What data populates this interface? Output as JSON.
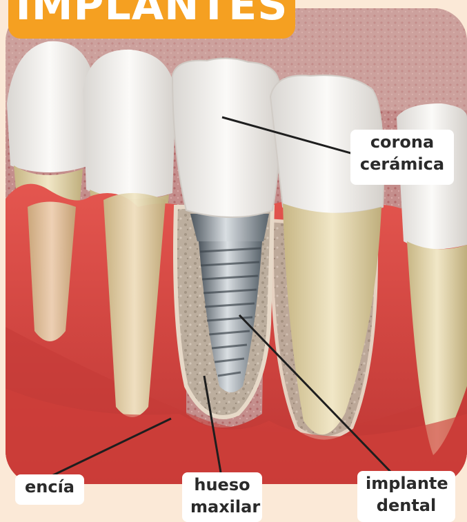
{
  "title": "IMPLANTES",
  "labels": {
    "corona": [
      "corona",
      "cerámica"
    ],
    "encia": "encía",
    "hueso": [
      "hueso",
      "maxilar"
    ],
    "implante": [
      "implante",
      "dental"
    ]
  },
  "colors": {
    "background": "#fbe9d7",
    "accent": "#f5a021",
    "gum": "#d9423e",
    "tooth": "#f3f0ea",
    "root": "#e4d6a8",
    "bone": "#b9aa9a",
    "implant": "#8e9aa3"
  }
}
